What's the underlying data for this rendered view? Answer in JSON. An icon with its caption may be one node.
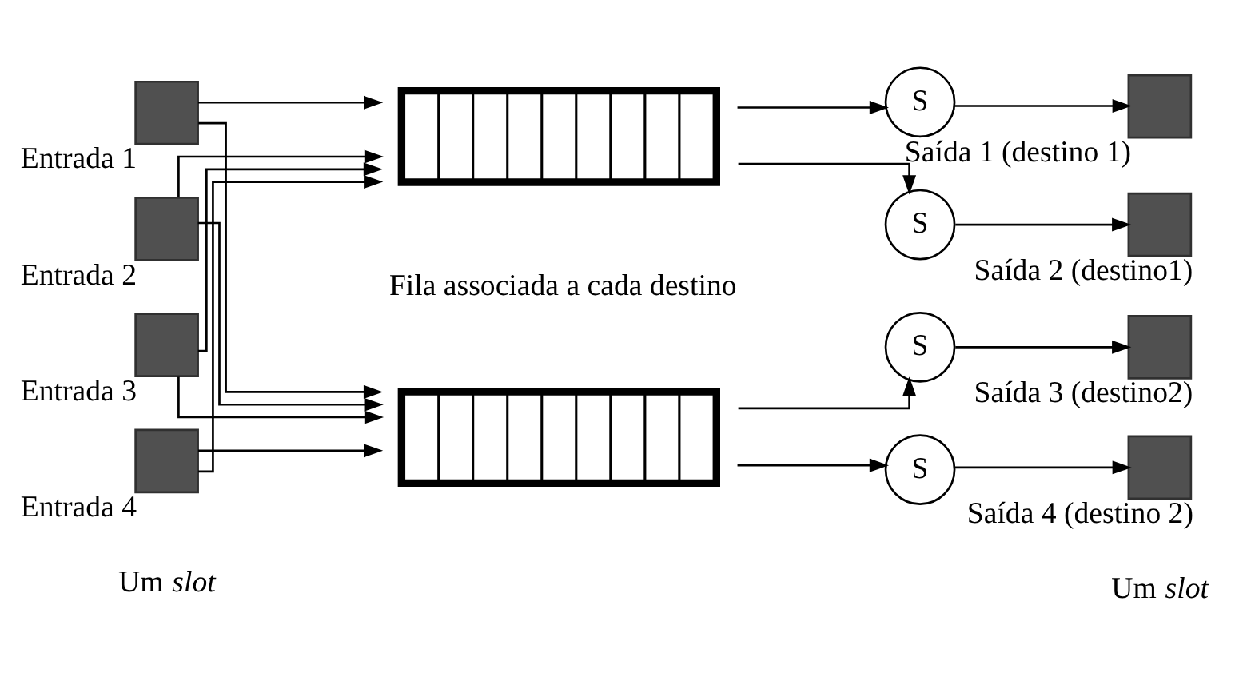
{
  "diagram": {
    "nodes": [
      {
        "text": [],
        "shape": "box",
        "beside": [
          "Entrada 1"
        ]
      },
      {
        "text": [],
        "shape": "box",
        "beside": [
          "Entrada 2"
        ]
      },
      {
        "text": [],
        "shape": "box",
        "beside": [
          "Entrada 3"
        ]
      },
      {
        "text": [],
        "shape": "box",
        "beside": [
          "Entrada 4"
        ]
      },
      {
        "text": [],
        "shape": "box"
      },
      {
        "text": [],
        "shape": "box"
      },
      {
        "text": [
          "S"
        ]
      },
      {
        "text": [
          "S"
        ]
      },
      {
        "text": [
          "S"
        ]
      },
      {
        "text": [
          "S"
        ]
      },
      {
        "text": [],
        "shape": "box",
        "beside": [
          "Saída 1 (destino 1)"
        ]
      },
      {
        "text": [],
        "shape": "box",
        "beside": [
          "Saída 2 (destino1)"
        ]
      },
      {
        "text": [],
        "shape": "box",
        "beside": [
          "Saída 3 (destino2)"
        ]
      },
      {
        "text": [],
        "shape": "box",
        "beside": [
          "Saída 4 (destino 2)"
        ]
      }
    ],
    "edges": [
      {
        "from": 0,
        "to": 4,
        "arrow": "to"
      },
      {
        "from": 0,
        "to": 5,
        "arrow": "to"
      },
      {
        "from": 1,
        "to": 4,
        "arrow": "to"
      },
      {
        "from": 1,
        "to": 5,
        "arrow": "to"
      },
      {
        "from": 2,
        "to": 4,
        "arrow": "to"
      },
      {
        "from": 2,
        "to": 5,
        "arrow": "to"
      },
      {
        "from": 3,
        "to": 4,
        "arrow": "to"
      },
      {
        "from": 3,
        "to": 5,
        "arrow": "to"
      },
      {
        "from": 4,
        "to": 6,
        "arrow": "to"
      },
      {
        "from": 4,
        "to": 7,
        "arrow": "to"
      },
      {
        "from": 5,
        "to": 8,
        "arrow": "to"
      },
      {
        "from": 5,
        "to": 9,
        "arrow": "to"
      },
      {
        "from": 6,
        "to": 10,
        "arrow": "to"
      },
      {
        "from": 7,
        "to": 11,
        "arrow": "to"
      },
      {
        "from": 8,
        "to": 12,
        "arrow": "to"
      },
      {
        "from": 9,
        "to": 13,
        "arrow": "to"
      }
    ],
    "labels": [
      "Fila associada a cada destino",
      "Um *slot*",
      "Um *slot*"
    ]
  }
}
